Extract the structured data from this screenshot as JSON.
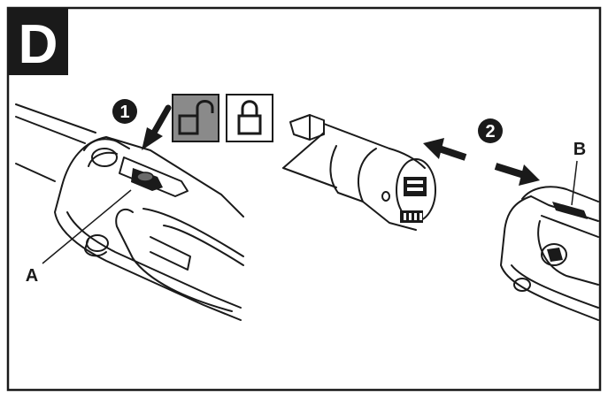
{
  "panel": {
    "letter": "D"
  },
  "steps": [
    {
      "number": "1",
      "icons": [
        "unlock-icon",
        "lock-icon"
      ]
    },
    {
      "number": "2"
    }
  ],
  "callouts": {
    "a": "A",
    "b": "B"
  },
  "colors": {
    "ink": "#1a1a1a",
    "unlock_box": "#8a8a8a",
    "paper": "#ffffff"
  }
}
